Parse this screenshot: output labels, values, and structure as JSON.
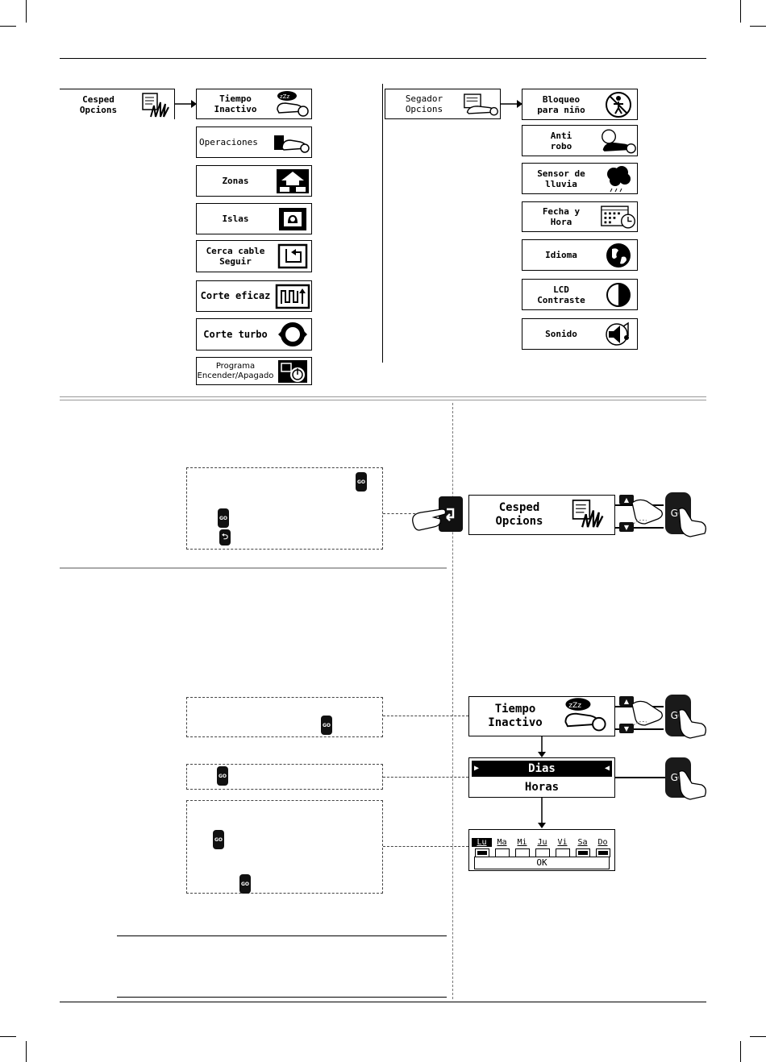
{
  "menu_left": {
    "root": "Cesped\nOpcions",
    "items": [
      {
        "label": "Tiempo\nInactivo",
        "icon": "sleeping-mower-icon"
      },
      {
        "label": "Operaciones",
        "icon": "operations-mower-icon"
      },
      {
        "label": "Zonas",
        "icon": "zones-house-icon"
      },
      {
        "label": "Islas",
        "icon": "islands-icon"
      },
      {
        "label": "Cerca cable\nSeguir",
        "icon": "wire-follow-icon"
      },
      {
        "label": "Corte eficaz",
        "icon": "efficient-cut-icon"
      },
      {
        "label": "Corte turbo",
        "icon": "turbo-cut-icon"
      },
      {
        "label": "Programa\nEncender/Apagado",
        "icon": "power-program-icon"
      }
    ]
  },
  "menu_right": {
    "root": "Segador\nOpcions",
    "items": [
      {
        "label": "Bloqueo\npara niño",
        "icon": "child-lock-icon"
      },
      {
        "label": "Anti\nrobo",
        "icon": "anti-theft-icon"
      },
      {
        "label": "Sensor de\nlluvia",
        "icon": "rain-sensor-icon"
      },
      {
        "label": "Fecha y\nHora",
        "icon": "date-time-icon"
      },
      {
        "label": "Idioma",
        "icon": "globe-icon"
      },
      {
        "label": "LCD\nContraste",
        "icon": "contrast-icon"
      },
      {
        "label": "Sonido",
        "icon": "speaker-icon"
      }
    ]
  },
  "go_label": "GO",
  "section1": {
    "lcd_label": "Cesped\nOpcions"
  },
  "section2": {
    "lcd_label": "Tiempo\nInactivo",
    "option_selected": "Dias",
    "option_other": "Horas",
    "days": [
      "Lu",
      "Ma",
      "Mi",
      "Ju",
      "Vi",
      "Sa",
      "Do"
    ],
    "days_checked": [
      true,
      false,
      false,
      false,
      false,
      true,
      true
    ],
    "ok_label": "OK"
  }
}
